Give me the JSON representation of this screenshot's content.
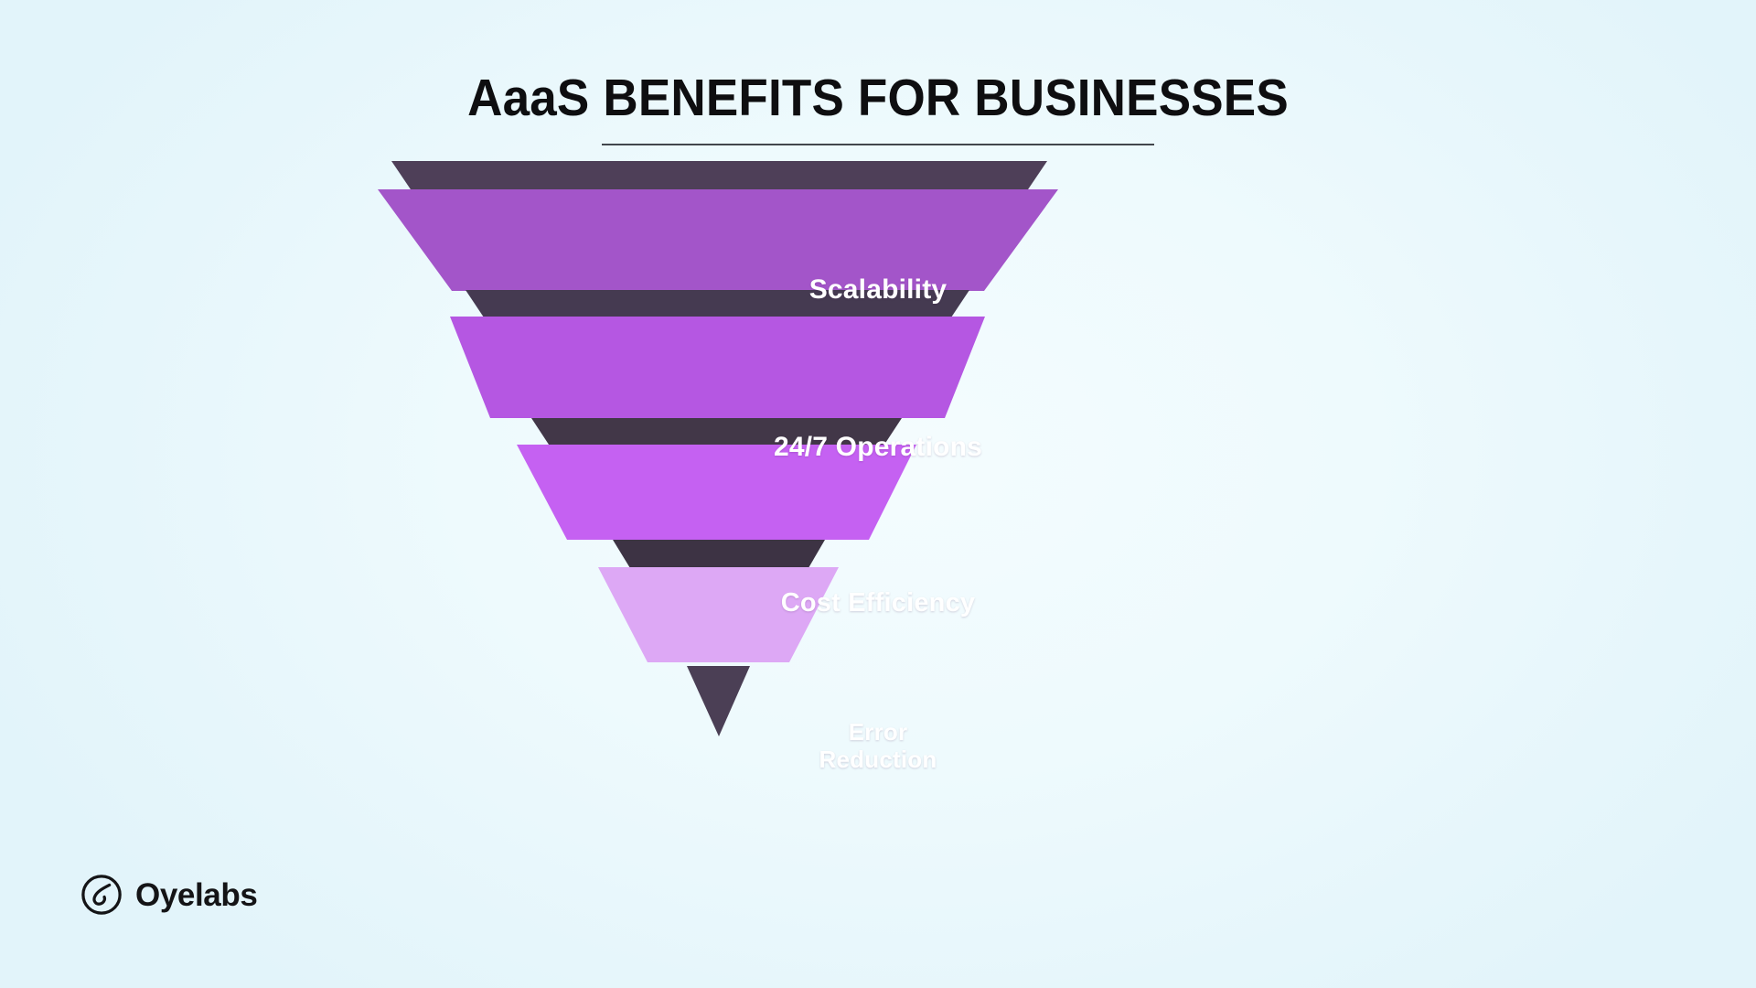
{
  "header": {
    "title": "AaaS BENEFITS FOR BUSINESSES"
  },
  "colors": {
    "background_light": "#f4fcfe",
    "background_edge": "#e2f4fa",
    "title_text": "#0e0e10",
    "title_rule": "#2f3238",
    "label_text": "#ffffff",
    "logo_text": "#141416",
    "funnel_tip": "#4b3f55"
  },
  "chart_data": {
    "type": "funnel",
    "title": "AaaS BENEFITS FOR BUSINESSES",
    "orientation": "inverted",
    "legend": "none",
    "grid": false,
    "stages": [
      {
        "label": "Scalability",
        "rank": 1,
        "width_pct": 100,
        "fill": "#a355c9",
        "shadow_fill": "#4e3f58"
      },
      {
        "label": "24/7 Operations",
        "rank": 2,
        "width_pct": 74,
        "fill": "#b557e2",
        "shadow_fill": "#453a51"
      },
      {
        "label": "Cost Efficiency",
        "rank": 3,
        "width_pct": 57,
        "fill": "#c561f2",
        "shadow_fill": "#423748"
      },
      {
        "label": "Error\nReduction",
        "rank": 4,
        "width_pct": 36,
        "fill": "#dda8f5",
        "shadow_fill": "#3d3344"
      }
    ]
  },
  "funnel": {
    "stages": [
      {
        "label": "Scalability"
      },
      {
        "label": "24/7 Operations"
      },
      {
        "label": "Cost Efficiency"
      },
      {
        "label": "Error\nReduction"
      }
    ]
  },
  "logo": {
    "name": "Oyelabs",
    "mark": "oyelabs-spiral-mark"
  }
}
